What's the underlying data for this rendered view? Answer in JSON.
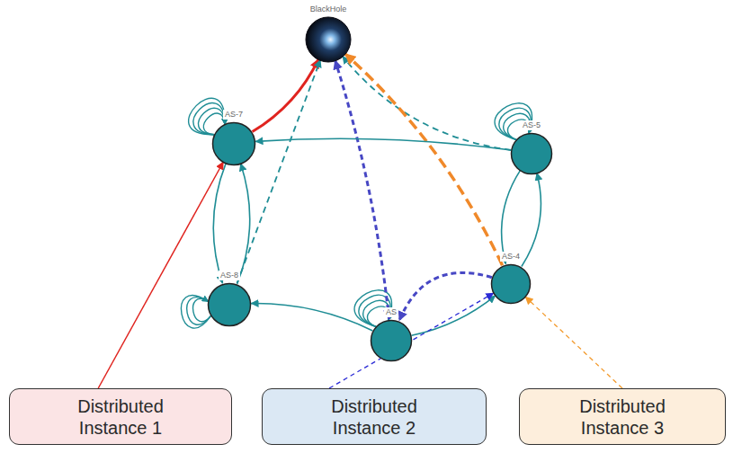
{
  "diagram": {
    "nodes": [
      {
        "text": [
          "BlackHole"
        ]
      },
      {
        "text": [
          "AS-7"
        ]
      },
      {
        "text": [
          "AS-5"
        ]
      },
      {
        "text": [
          "AS-8"
        ]
      },
      {
        "text": [
          "AS"
        ]
      },
      {
        "text": [
          "AS-4"
        ]
      },
      {
        "text": [
          "Distributed Instance 1"
        ]
      },
      {
        "text": [
          "Distributed Instance 2"
        ]
      },
      {
        "text": [
          "Distributed Instance 3"
        ]
      }
    ],
    "edges": [
      {
        "from": 1,
        "to": 0,
        "arrow": "to"
      },
      {
        "from": 3,
        "to": 0,
        "arrow": "to"
      },
      {
        "from": 2,
        "to": 0,
        "arrow": "to"
      },
      {
        "from": 5,
        "to": 0,
        "arrow": "to"
      },
      {
        "from": 4,
        "to": 0,
        "arrow": "both"
      },
      {
        "from": 5,
        "to": 4,
        "arrow": "to"
      },
      {
        "from": 2,
        "to": 1,
        "arrow": "to"
      },
      {
        "from": 1,
        "to": 3,
        "arrow": "to"
      },
      {
        "from": 3,
        "to": 1,
        "arrow": "to"
      },
      {
        "from": 4,
        "to": 3,
        "arrow": "to"
      },
      {
        "from": 4,
        "to": 5,
        "arrow": "to"
      },
      {
        "from": 5,
        "to": 2,
        "arrow": "to"
      },
      {
        "from": 2,
        "to": 5,
        "arrow": "to"
      },
      {
        "from": 6,
        "to": 1,
        "arrow": "to"
      },
      {
        "from": 7,
        "to": 5,
        "arrow": "to"
      },
      {
        "from": 8,
        "to": 5,
        "arrow": "to"
      }
    ]
  }
}
